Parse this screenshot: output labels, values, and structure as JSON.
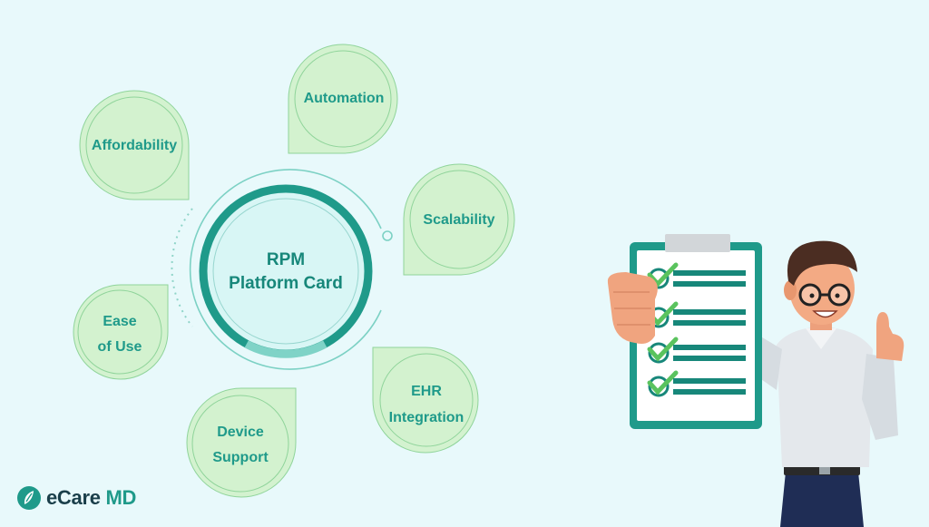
{
  "hub": {
    "line1": "RPM",
    "line2": "Platform Card"
  },
  "factors": [
    {
      "name": "Affordability",
      "lines": [
        "Affordability"
      ]
    },
    {
      "name": "Automation",
      "lines": [
        "Automation"
      ]
    },
    {
      "name": "Scalability",
      "lines": [
        "Scalability"
      ]
    },
    {
      "name": "Ease of Use",
      "lines": [
        "Ease",
        "of Use"
      ]
    },
    {
      "name": "EHR Integration",
      "lines": [
        "EHR",
        "Integration"
      ]
    },
    {
      "name": "Device Support",
      "lines": [
        "Device",
        "Support"
      ]
    }
  ],
  "brand": {
    "name_part1": "eCare",
    "name_part2": "MD"
  },
  "colors": {
    "background": "#e8f9fb",
    "bubble_fill": "#d3f2cf",
    "bubble_stroke": "#8fd49a",
    "teal": "#1f9a8a",
    "dark_teal": "#17877a"
  },
  "illustration": {
    "checklist_items": 4,
    "checked_items": 4
  }
}
